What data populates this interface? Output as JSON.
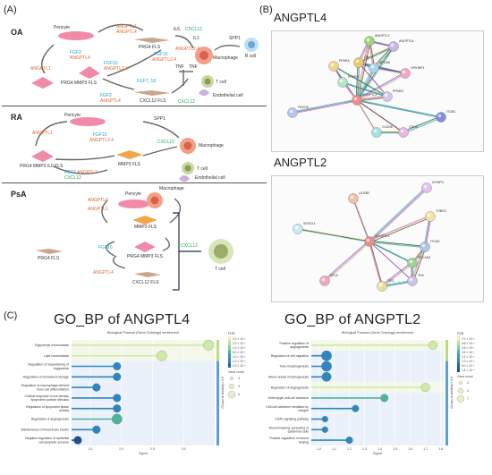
{
  "panels": {
    "A": "(A)",
    "B": "(B)",
    "C": "(C)"
  },
  "sectionA": {
    "sections": [
      {
        "label": "OA"
      },
      {
        "label": "RA"
      },
      {
        "label": "PsA"
      }
    ],
    "oa": {
      "pericyte": "Pericyte",
      "angptl1_top": "ANGPTL1",
      "angptl4_top": "ANGPTL4",
      "prg4_fls": "PRG4 FLS",
      "il6": "IL6,",
      "cxcl12_top": "CXCL12",
      "il1": "IL1",
      "spp1": "SPP1",
      "b_cell": "B cell",
      "macrophage": "Macrophage",
      "fgf2": "FGF2",
      "angptl4_left": "ANGPTL4",
      "angptl1_left": "ANGPTL1",
      "fgf10_mid": "FGF10",
      "angptl24_mid": "ANGPTL2,4",
      "fgf10_right": "FGF10",
      "angptl24_right": "ANGPTL2,4",
      "angptl24_top": "ANGPTL2,4",
      "prg4_mmp3_fls": "PRG4 MMP3 FLS",
      "tnf1": "TNF",
      "tnf2": "TNF",
      "t_cell": "T cell",
      "fgf718": "FGF7, 18",
      "fgf2_b": "FGF2",
      "angptl4_b": "ANGPTL4",
      "cxcl12_fls": "CXCL12 FLS",
      "cxcl12_b": "CXCL12",
      "endothelial": "Endothelial cell"
    },
    "ra": {
      "pericyte": "Pericyte",
      "spp1": "SPP1",
      "macrophage": "Macrophage",
      "angptl1": "ANGPTL1",
      "fgf10": "FGF10",
      "angptl24": "ANGPTL2,4",
      "cxcl12": "CXCL12",
      "prg4_mmp3_il6": "PRG4 MMP3 IL6 FLS",
      "mmp3_fls": "MMP3 FLS",
      "t_cell": "T cell",
      "fgf7": "FGF7,",
      "angptl2": "ANGPTL2",
      "cxcl12_b": "CXCL12",
      "endothelial": "Endothelial cell"
    },
    "psa": {
      "pericyte": "Pericyte",
      "macrophage": "Macrophage",
      "angptl4_top": "ANGPTL4",
      "angptl1": "ANGPTL1",
      "mmp3_fls": "MMP3 FLS",
      "prg4_fls": "PRG4 FLS",
      "fgf10": "FGF10",
      "prg4_mmp3_fls": "PRG4 MMP3 FLS",
      "cxcl12": "CXCL12",
      "angptl4_b": "ANGPTL4",
      "cxcl12_fls": "CXCL12 FLS",
      "t_cell": "T cell"
    }
  },
  "sectionB": {
    "angptl4": {
      "title": "ANGPTL4",
      "nodes": [
        {
          "id": "ANGPTL3",
          "color": "#9dd67a"
        },
        {
          "id": "ANGPTL8",
          "color": "#c9b3e8"
        },
        {
          "id": "LPL",
          "color": "#e8c86a"
        },
        {
          "id": "APOA5",
          "color": "#a9d4f0"
        },
        {
          "id": "GPIHBP1",
          "color": "#f0a8c8"
        },
        {
          "id": "PPARA",
          "color": "#f4d38a"
        },
        {
          "id": "PPARD",
          "color": "#b5e3c6"
        },
        {
          "id": "ANGPTL4",
          "color": "#ef8a8a"
        },
        {
          "id": "PPARG",
          "color": "#d6c4ec"
        },
        {
          "id": "FBXO6",
          "color": "#b8c3f0"
        },
        {
          "id": "CLDN5",
          "color": "#a8e0e0"
        },
        {
          "id": "CDH5",
          "color": "#e5b8e5"
        },
        {
          "id": "ITGB1",
          "color": "#7d8de0"
        }
      ]
    },
    "angptl2": {
      "title": "ANGPTL2",
      "nodes": [
        {
          "id": "IGFBP3",
          "color": "#e0c4f0"
        },
        {
          "id": "LILRB2",
          "color": "#f0c0a0"
        },
        {
          "id": "THBS2",
          "color": "#f4e3a0"
        },
        {
          "id": "SH3GL1",
          "color": "#c8e8f0"
        },
        {
          "id": "ANGPTL2",
          "color": "#ef8a8a"
        },
        {
          "id": "ITGA5",
          "color": "#a8c8e8"
        },
        {
          "id": "PECAM1",
          "color": "#9fd09a"
        },
        {
          "id": "TEK",
          "color": "#d0c0e8"
        },
        {
          "id": "NTLK",
          "color": "#f0a8c0"
        },
        {
          "id": "TIE1",
          "color": "#e8e09a"
        }
      ]
    }
  },
  "sectionC": {
    "left": {
      "title": "GO_BP of ANGPTL4",
      "subtitle": "Biological Process (Gene Ontology) enrichment",
      "x_label": "Signal",
      "x_ticks": [
        "1.5",
        "2.0",
        "2.5",
        "3.0"
      ],
      "legend_title": "FDR",
      "fdr_labels": [
        "2.0 × 10⁻²",
        "1.5 × 10⁻²",
        "1.0 × 10⁻²",
        "5.0 × 10⁻³",
        "2.0 × 10⁻³",
        "1.0 × 10⁻³",
        "2.0 × 10⁻⁴"
      ],
      "count_title": "Gene count",
      "counts": [
        "3",
        "4",
        "5"
      ],
      "group_label": "Groups at similarity ≥ 0.8",
      "terms": [
        {
          "name": "Triglyceride homeostasis",
          "signal": 3.4,
          "count": 5,
          "fdr_color": "#cfe9a8"
        },
        {
          "name": "Lipid homeostasis",
          "signal": 2.65,
          "count": 5,
          "fdr_color": "#cfe9a8"
        },
        {
          "name": "Regulation of sequestering of triglyceride",
          "signal": 1.93,
          "count": 3,
          "fdr_color": "#2e86c1"
        },
        {
          "name": "Regulation of cholesterol storage",
          "signal": 1.93,
          "count": 3,
          "fdr_color": "#2e86c1"
        },
        {
          "name": "Regulation of macrophage derived foam cell differentiation",
          "signal": 1.6,
          "count": 3,
          "fdr_color": "#2e86c1"
        },
        {
          "name": "Cellular response to low-density lipoprotein particle stimulus",
          "signal": 1.93,
          "count": 3,
          "fdr_color": "#2e86c1"
        },
        {
          "name": "Regulation of lipoprotein lipase activity",
          "signal": 1.93,
          "count": 3,
          "fdr_color": "#2e86c1"
        },
        {
          "name": "Regulation of angiogenesis",
          "signal": 1.93,
          "count": 5,
          "fdr_color": "#4fb39a"
        },
        {
          "name": "Maintenance of blood-brain barrier",
          "signal": 1.6,
          "count": 3,
          "fdr_color": "#2e86c1"
        },
        {
          "name": "Negative regulation of epithelial cell apoptotic process",
          "signal": 1.3,
          "count": 3,
          "fdr_color": "#1f4f8f"
        }
      ]
    },
    "right": {
      "title": "GO_BP of ANGPTL2",
      "subtitle": "Biological Process (Gene Ontology) enrichment",
      "x_label": "Signal",
      "x_ticks": [
        "1.0",
        "1.1",
        "1.2",
        "1.3",
        "1.4",
        "1.5",
        "1.6",
        "1.7",
        "1.8"
      ],
      "legend_title": "FDR",
      "fdr_labels": [
        "7.0 × 10⁻³",
        "5.8 × 10⁻³",
        "4.6 × 10⁻³",
        "3.4 × 10⁻³",
        "2.2 × 10⁻³",
        "1.0 × 10⁻³",
        "5.0 × 10⁻⁴",
        "1.4 × 10⁻⁴"
      ],
      "count_title": "Gene count",
      "counts": [
        "2",
        "4",
        "7"
      ],
      "group_label": "Groups at similarity ≥ 0.8",
      "terms": [
        {
          "name": "Positive regulation of angiogenesis",
          "signal": 1.75,
          "count": 5,
          "fdr_color": "#cfe9a8"
        },
        {
          "name": "Regulation of cell migration",
          "signal": 1.05,
          "count": 7,
          "fdr_color": "#2e86c1"
        },
        {
          "name": "Tube morphogenesis",
          "signal": 1.05,
          "count": 7,
          "fdr_color": "#2e86c1"
        },
        {
          "name": "Blood vessel morphogenesis",
          "signal": 1.05,
          "count": 6,
          "fdr_color": "#2e86c1"
        },
        {
          "name": "Regulation of angiogenesis",
          "signal": 1.7,
          "count": 5,
          "fdr_color": "#cfe9a8"
        },
        {
          "name": "Heterotypic cell-cell adhesion",
          "signal": 1.43,
          "count": 4,
          "fdr_color": "#4fb39a"
        },
        {
          "name": "Cell-cell adhesion mediated by integrin",
          "signal": 1.24,
          "count": 3,
          "fdr_color": "#2e86c1"
        },
        {
          "name": "CD40 signaling pathway",
          "signal": 1.04,
          "count": 2,
          "fdr_color": "#2e86c1"
        },
        {
          "name": "Wound healing, spreading of epidermal cells",
          "signal": 1.04,
          "count": 2,
          "fdr_color": "#2e86c1"
        },
        {
          "name": "Positive regulation of wound healing",
          "signal": 1.2,
          "count": 3,
          "fdr_color": "#2e86c1"
        }
      ]
    }
  }
}
